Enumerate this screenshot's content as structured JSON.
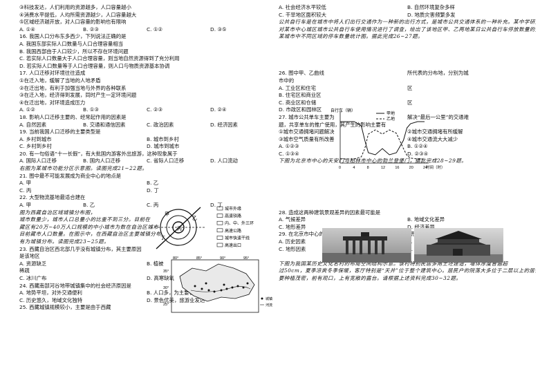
{
  "left_lines": [
    "③科技发达，人们利用的资源越多，人口容量越小",
    "④消费水平提低，人均所需资源越少，人口容量越大",
    "⑤区域经济越开放，对人口容量的影响也有限响",
    "A. ①④|B. ②③|C. ①②|D. ③⑤",
    "16. 我国人口分布东多西少，下列说法正确的是",
    "A. 我国东部实际人口数量与人口合理容量相当",
    "B. 我国西部由于人口较少，所以不存在环境问题",
    "C. 若实际人口数量大于人口合理容量，则当地自然资源得到了充分利用",
    "D. 若实际人口数量等于人口合理容量，则人口与物质资源基本协调",
    "17. 人口迁移对环境往往造成",
    "①在迁入地，缓解了当地的人地矛盾",
    "②在迁出地，有利于加强当地与外界的各种联系",
    "③在迁入地，经济得到发展，同时产生一定环境问题",
    "④在迁出地，对环境造成压力",
    "A. ①②|B. ①③|C. ②③|D. ②④",
    "18. 影响人口迁移主要的、经常起作用的因素是",
    "A. 自然因素|B. 交通和通信因素|C. 政治因素|D. 经济因素",
    "19. 当前我国人口迁移的主要类型是",
    "A. 乡村到城市|B. 城市到乡村",
    "C. 乡村到乡村|D. 城市到城市",
    "20. 有一句俗语“十一长假”，有大批国内游客外出旅游，这种现象属于",
    "A. 国际人口迁移|B. 国内人口迁移|C. 省际人口迁移|D. 人口流动",
    "右图为某城市功能分区示意图。读图完成21~22题。",
    "21. 图中最不可能发展成为商业中心的地点是",
    "A. 甲|B. 乙",
    "C. 丙|D. 丁",
    "22. 大型物流基地最适合建在",
    "A. 甲|B. 乙|C. 丙|D. 丁",
    "图为西藏自治区域城镇分布图，",
    "城市数量少，城市人口总量小的比重不到三分。目前在",
    "藏区有20万~40万人口规模的中小城市为数在自治区城市",
    "目前藏市人口数量。在图示中，在西藏自治区主要城镇分布",
    "有为城镇分布。读图完成23~25题。",
    "23. 西藏自治区西北部几乎没有城镇分布，其主要原因",
    "是该地区",
    "A. 资源缺乏|B. 植被",
    "稀疏",
    "C. 冰川广布|D. 高寒缺氧",
    "24. 西藏南部河谷地带城镇集中的社会经济原因是",
    "A. 地势平坦，对外交通便利|B. 人口多，为主要农业区",
    "C. 历史悠久，地域文化独特|D. 景色优美，旅游业发达",
    "25. 西藏城镇规模较小，主要是由于西藏"
  ],
  "right_lines": [
    "A. 社会经济水平较低|B. 自然环境复杂多样",
    "C. 干旱地区面积较大|D. 地质灾害频繁多发",
    "公共自行车是在城市中将人们出行交通作为一种新的出行方式，是城市公共交通体系的一种补充。某中学研究性学习小组",
    "对某市中心城区城市公共自行车使用情况进行了调查，绘出了该地区甲、乙两地某日公共自行车停放数量的变化，读图完成",
    "某城市中不同区域的停车数量统计图。据此完成26~27题。",
    "",
    "",
    "",
    "",
    "26. 图中甲、乙曲线||所代表的分布地，分别为城",
    "市中的||",
    "A. 工业区和住宅||区",
    "B. 住宅区和商业区|",
    "C. 商业区和仓储||区",
    "D. 市政区和园林区",
    "27. 城市公共单车主要为||解决“最后一公里”的交通难",
    "题，共享单车的推广使用，其产生的影响主要有",
    "①城市交通拥堵问题解决|②城市交通拥堵有所缓解",
    "③城市空气质量有所改善|④城市交通流大大减少",
    "A. ①②③|B. ①②④",
    "C. ①③④|D. ②③④",
    "下图为北京市中心的天安门与柏林市中心的勃兰登堡门，据此完成28~29题。",
    "",
    "",
    "",
    "",
    "",
    "",
    "28. 造成这两种建筑景观差异的因素最可能是",
    "A. 气候差异|B. 地域文化差异",
    "C. 地形差异|D. 经济差异",
    "29. 在北京市中心的天安门附近区域是我国的政治中心，其形成因素是",
    "A. 历史因素|B. 经济因素",
    "C. 地形因素|D. 自然因素",
    "",
    "下图为我国某历史文化名村的布局空间结构示意。该村特别民居多用土坯建造，墙体厚度普遍超",
    "过50cm，夏季凉爽冬季保暖，客厅特别是“天井”位于整个建筑中心。居民户的院落大多位于二层以上的居住空间",
    "要种植茂密，前有观口，上有宽敞的露台。请根据上述资料完成30~32题。"
  ],
  "fig_city": {
    "labels": [
      "甲",
      "乙",
      "丙",
      "丁"
    ],
    "legend": [
      "城市外缘",
      "高速铁路",
      "内、中、外三环",
      "高速公路",
      "城市快速干线",
      "高速出口"
    ]
  },
  "fig_tibet": {
    "top_ticks": [
      "80°",
      "85°",
      "90°",
      "95°"
    ],
    "side_ticks": [
      "35°",
      "30°",
      "25°"
    ],
    "legend": [
      "城镇",
      "河流"
    ]
  },
  "chart_data": {
    "type": "line",
    "title": "",
    "ylabel": "自行车（辆）",
    "xlabel": "时间（时）",
    "x_ticks": [
      "0",
      "4",
      "8",
      "12",
      "16",
      "20",
      "24"
    ],
    "y_ticks": [],
    "xlim": [
      0,
      24
    ],
    "series": [
      {
        "name": "甲地",
        "x": [
          0,
          4,
          6,
          7,
          8,
          10,
          12,
          14,
          16,
          18,
          19,
          20,
          22,
          24
        ],
        "y": [
          100,
          100,
          90,
          55,
          25,
          20,
          35,
          20,
          25,
          55,
          85,
          95,
          100,
          100
        ]
      },
      {
        "name": "乙地",
        "x": [
          0,
          4,
          6,
          7,
          8,
          10,
          12,
          14,
          16,
          18,
          19,
          20,
          22,
          24
        ],
        "y": [
          10,
          10,
          15,
          35,
          70,
          80,
          70,
          80,
          72,
          35,
          18,
          12,
          10,
          10
        ]
      }
    ]
  },
  "photos": [
    "北京天安门",
    "柏林勃兰登堡门"
  ]
}
